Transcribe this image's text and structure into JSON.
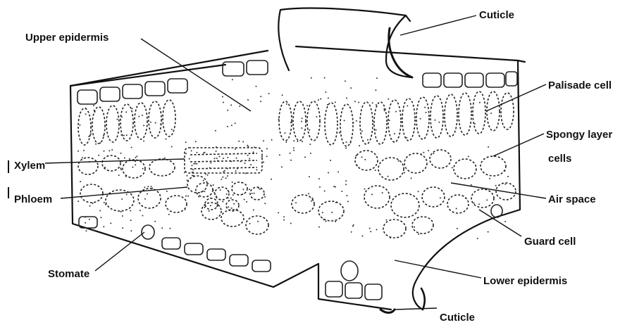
{
  "labels": {
    "cuticle_top": "Cuticle",
    "upper_epidermis": "Upper epidermis",
    "palisade_cell": "Palisade cell",
    "spongy_layer_cells_1": "Spongy layer",
    "spongy_layer_cells_2": "cells",
    "xylem": "Xylem",
    "phloem": "Phloem",
    "air_space": "Air space",
    "guard_cell": "Guard cell",
    "stomate": "Stomate",
    "lower_epidermis": "Lower epidermis",
    "cuticle_bottom": "Cuticle"
  },
  "colors": {
    "ink": "#111111",
    "background": "#ffffff"
  }
}
